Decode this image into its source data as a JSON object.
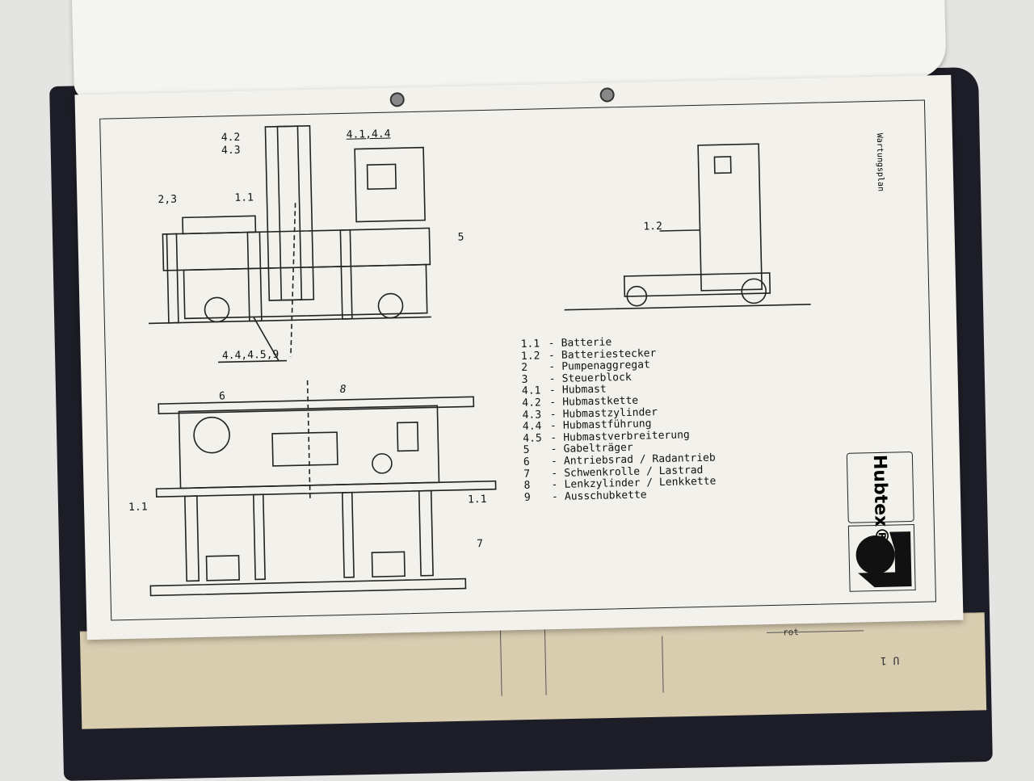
{
  "sheet": {
    "side_title": "Wartungsplan",
    "brand": "Hubtex®",
    "callouts": {
      "c42": "4.2",
      "c43": "4.3",
      "c4144": "4.1,4.4",
      "c23": "2,3",
      "c11_top": "1.1",
      "c5": "5",
      "c44459": "4.4,4.5,9",
      "c6": "6",
      "c8": "8",
      "c11_left": "1.1",
      "c11_right": "1.1",
      "c7": "7",
      "c12": "1.2"
    },
    "legend": [
      {
        "code": "1.1",
        "label": "Batterie"
      },
      {
        "code": "1.2",
        "label": "Batteriestecker"
      },
      {
        "code": "2",
        "label": "Pumpenaggregat"
      },
      {
        "code": "3",
        "label": "Steuerblock"
      },
      {
        "code": "4.1",
        "label": "Hubmast"
      },
      {
        "code": "4.2",
        "label": "Hubmastkette"
      },
      {
        "code": "4.3",
        "label": "Hubmastzylinder"
      },
      {
        "code": "4.4",
        "label": "Hubmastführung"
      },
      {
        "code": "4.5",
        "label": "Hubmastverbreiterung"
      },
      {
        "code": "5",
        "label": "Gabelträger"
      },
      {
        "code": "6",
        "label": "Antriebsrad / Radantrieb"
      },
      {
        "code": "7",
        "label": "Schwenkrolle / Lastrad"
      },
      {
        "code": "8",
        "label": "Lenkzylinder / Lenkkette"
      },
      {
        "code": "9",
        "label": "Ausschubkette"
      }
    ]
  },
  "under_sheet": {
    "wire_label": "rot",
    "ref": "U 1"
  }
}
